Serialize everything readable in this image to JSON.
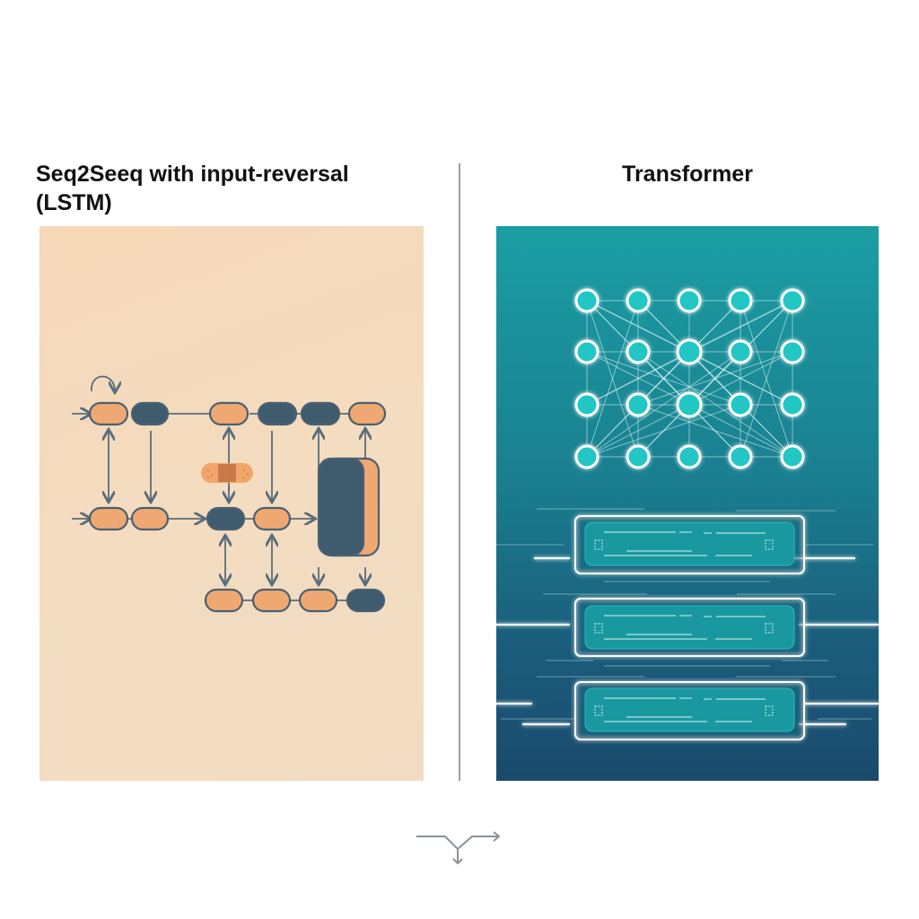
{
  "left": {
    "title": "Seq2Seeq with input-reversal (LSTM)",
    "panel_color": "#f4d9bb",
    "node_colors": {
      "orange": "#f0a872",
      "dark": "#3f5b6e",
      "stroke": "#4a6072"
    },
    "top_row": [
      "orange",
      "dark",
      "orange",
      "dark",
      "dark",
      "orange"
    ],
    "middle_row": [
      "orange",
      "orange",
      "dark",
      "orange"
    ],
    "bottom_row": [
      "orange",
      "orange",
      "orange",
      "dark"
    ],
    "icons": [
      "loop-arrow-icon",
      "bandage-icon",
      "stacked-block"
    ]
  },
  "right": {
    "title": "Transformer",
    "panel_gradient": [
      "#1b9ea3",
      "#1a4a6c"
    ],
    "node_grid": {
      "rows": 4,
      "cols": 5,
      "fill": "#22c6c4",
      "ring": "#ffffff"
    },
    "layer_blocks": 3
  },
  "connector_icon": "merge-split-arrow-icon"
}
